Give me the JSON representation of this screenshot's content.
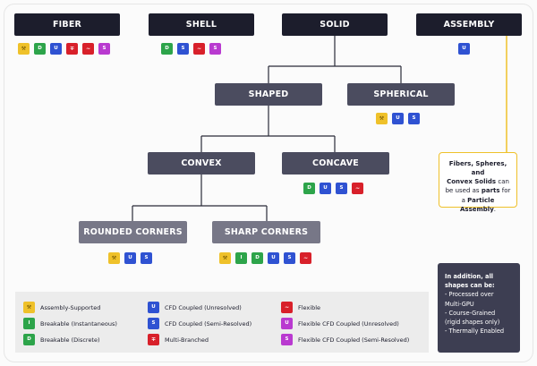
{
  "nodes": {
    "fiber": "FIBER",
    "shell": "SHELL",
    "solid": "SOLID",
    "assembly": "ASSEMBLY",
    "shaped": "SHAPED",
    "spherical": "SPHERICAL",
    "convex": "CONVEX",
    "concave": "CONCAVE",
    "rounded_corners": "ROUNDED CORNERS",
    "sharp_corners": "SHARP CORNERS"
  },
  "callout": {
    "text_1": "Fibers, Spheres, and",
    "text_2": "Convex Solids",
    "text_3": "can",
    "text_4": "be used as",
    "text_5": "parts",
    "text_6": "for",
    "text_7": "a",
    "text_8": "Particle Assembly",
    "text_9": "."
  },
  "legend": {
    "items": [
      {
        "label": "Assembly-Supported",
        "icon": "wrench-icon",
        "color": "#efc12a"
      },
      {
        "label": "Breakable (Instantaneous)",
        "icon": "breakable-instant-icon",
        "color": "#2da44a"
      },
      {
        "label": "Breakable (Discrete)",
        "icon": "breakable-discrete-icon",
        "color": "#2da44a"
      },
      {
        "label": "CFD Coupled (Unresolved)",
        "icon": "cfd-unresolved-icon",
        "color": "#2f52d2"
      },
      {
        "label": "CFD Coupled (Semi-Resolved)",
        "icon": "cfd-semi-resolved-icon",
        "color": "#2f52d2"
      },
      {
        "label": "Multi-Branched",
        "icon": "multi-branched-icon",
        "color": "#d8202a"
      },
      {
        "label": "Flexible",
        "icon": "flexible-icon",
        "color": "#d8202a"
      },
      {
        "label": "Flexible CFD Coupled (Unresolved)",
        "icon": "flexible-cfd-unresolved-icon",
        "color": "#b93ad0"
      },
      {
        "label": "Flexible CFD Coupled (Semi-Resolved)",
        "icon": "flexible-cfd-semi-resolved-icon",
        "color": "#b93ad0"
      }
    ]
  },
  "note": {
    "line_1": "In addition, all",
    "line_2": "shapes can be:",
    "line_3": "- Processed over",
    "line_4": "Multi-GPU",
    "line_5": "- Course-Grained",
    "line_6": "(rigid shapes only)",
    "line_7": "- Thermally Enabled"
  },
  "icon_letters": {
    "instant": "I",
    "discrete": "D",
    "unresolved": "U",
    "semi": "S",
    "flex_unresolved": "U",
    "flex_semi": "S"
  },
  "colors": {
    "yellow": "#efc12a",
    "green": "#2da44a",
    "blue": "#2f52d2",
    "red": "#d8202a",
    "purple": "#b93ad0",
    "node_dark": "#1c1d2c",
    "node_mid": "#4b4c5f",
    "node_light": "#777787"
  }
}
